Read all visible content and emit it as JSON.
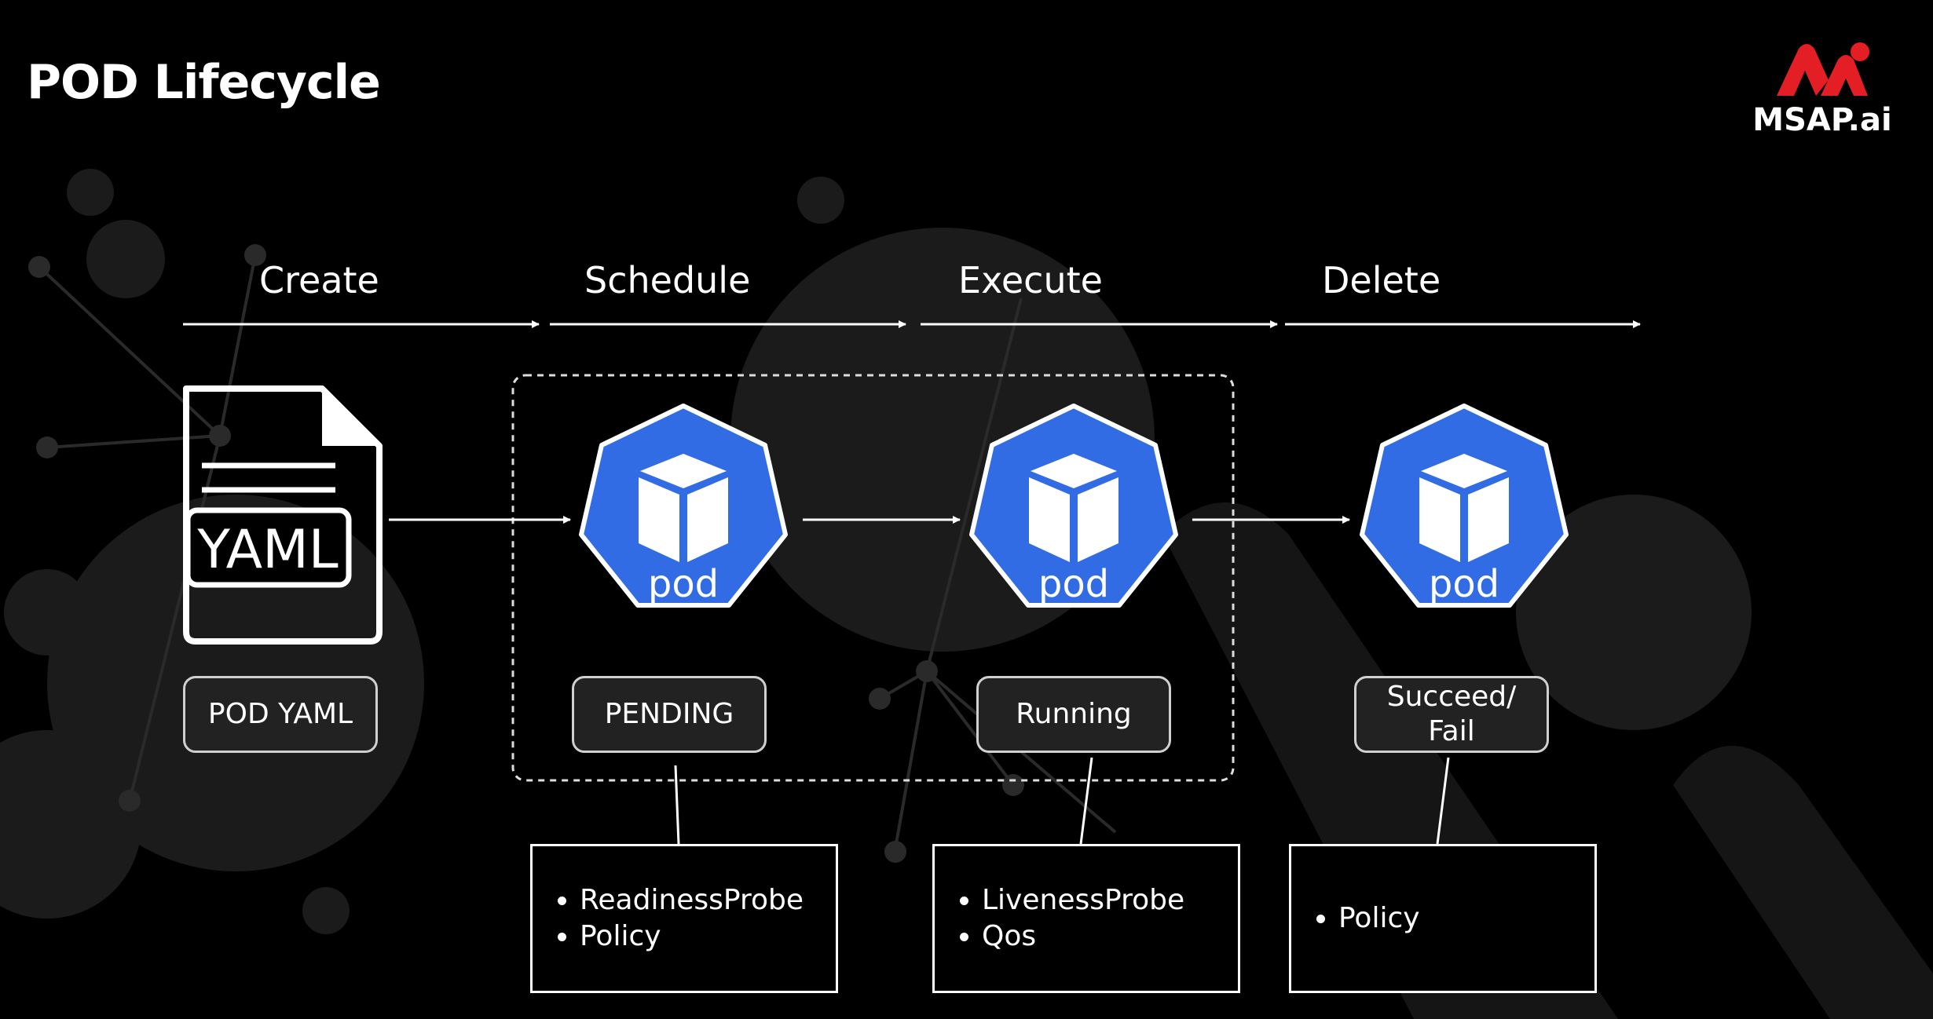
{
  "title": "POD Lifecycle",
  "logo": {
    "text": "MSAP.ai"
  },
  "colors": {
    "background": "#000000",
    "pod_blue": "#326ce5",
    "logo_red": "#e31e24",
    "text": "#ffffff"
  },
  "phases": [
    "Create",
    "Schedule",
    "Execute",
    "Delete"
  ],
  "yaml_icon": {
    "label": "YAML"
  },
  "pods": [
    {
      "label": "pod"
    },
    {
      "label": "pod"
    },
    {
      "label": "pod"
    }
  ],
  "statuses": [
    {
      "label": "POD YAML"
    },
    {
      "label": "PENDING"
    },
    {
      "label": "Running"
    },
    {
      "label_line1": "Succeed/",
      "label_line2": "Fail"
    }
  ],
  "details": [
    {
      "items": [
        "ReadinessProbe",
        "Policy"
      ]
    },
    {
      "items": [
        "LivenessProbe",
        "Qos"
      ]
    },
    {
      "items": [
        "Policy"
      ]
    }
  ]
}
